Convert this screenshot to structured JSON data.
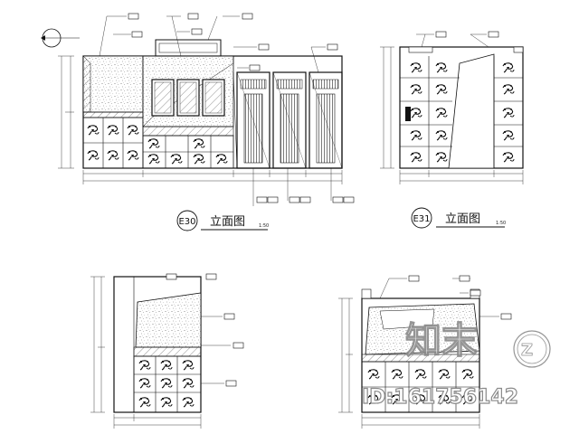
{
  "drawings": [
    {
      "id": "E30",
      "title": "立面图",
      "scale": "1:50"
    },
    {
      "id": "E31",
      "title": "立面图",
      "scale": "1:50"
    }
  ],
  "watermark": {
    "logo_text": "知末",
    "id_line": "ID:161756142"
  },
  "line_color": "#000000",
  "hatch_color": "#555555"
}
